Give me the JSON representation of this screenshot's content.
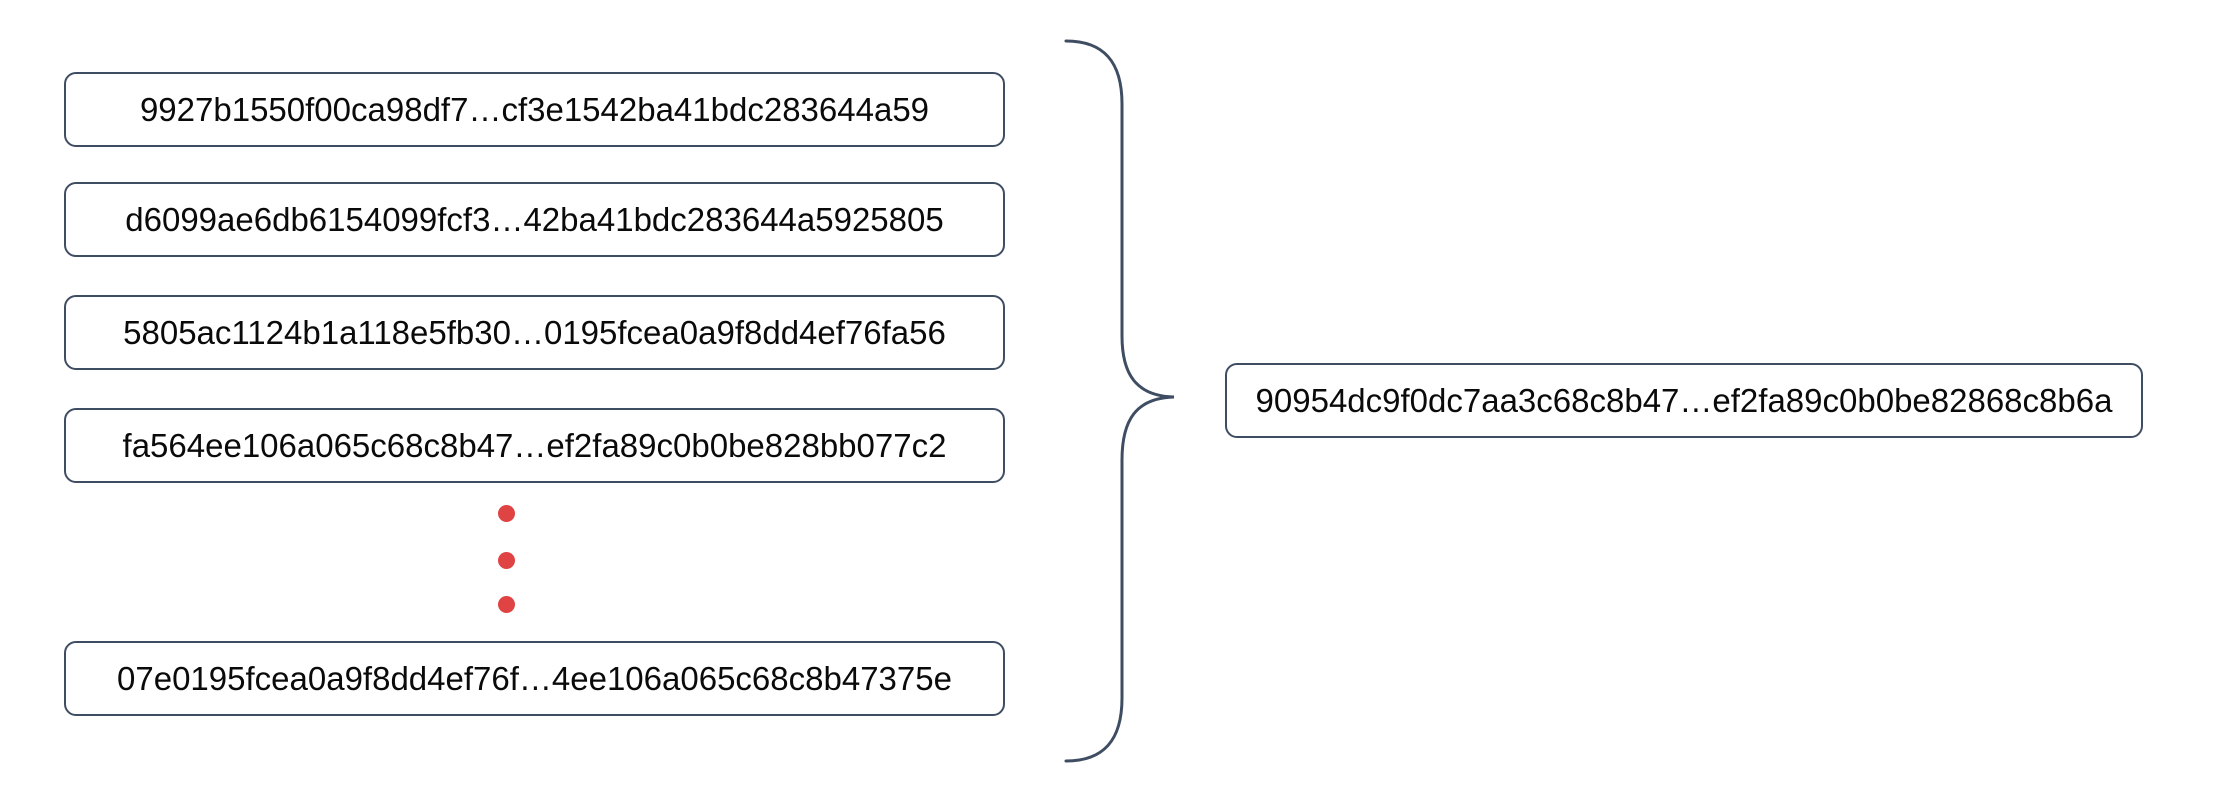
{
  "diagram": {
    "left_blocks": [
      {
        "label": "9927b1550f00ca98df7…cf3e1542ba41bdc283644a59"
      },
      {
        "label": "d6099ae6db6154099fcf3…42ba41bdc283644a5925805"
      },
      {
        "label": "5805ac1124b1a118e5fb30…0195fcea0a9f8dd4ef76fa56"
      },
      {
        "label": "fa564ee106a065c68c8b47…ef2fa89c0b0be828bb077c2"
      },
      {
        "label": "07e0195fcea0a9f8dd4ef76f…4ee106a065c68c8b47375e"
      }
    ],
    "ellipsis_dots": 3,
    "result_block": {
      "label": "90954dc9f0dc7aa3c68c8b47…ef2fa89c0b0be82868c8b6a"
    },
    "colors": {
      "box_border": "#3f4d63",
      "box_background": "#ffffff",
      "text": "#0a0a0a",
      "brace": "#3f4d63",
      "dot": "#e04343",
      "background": "#ffffff"
    }
  }
}
